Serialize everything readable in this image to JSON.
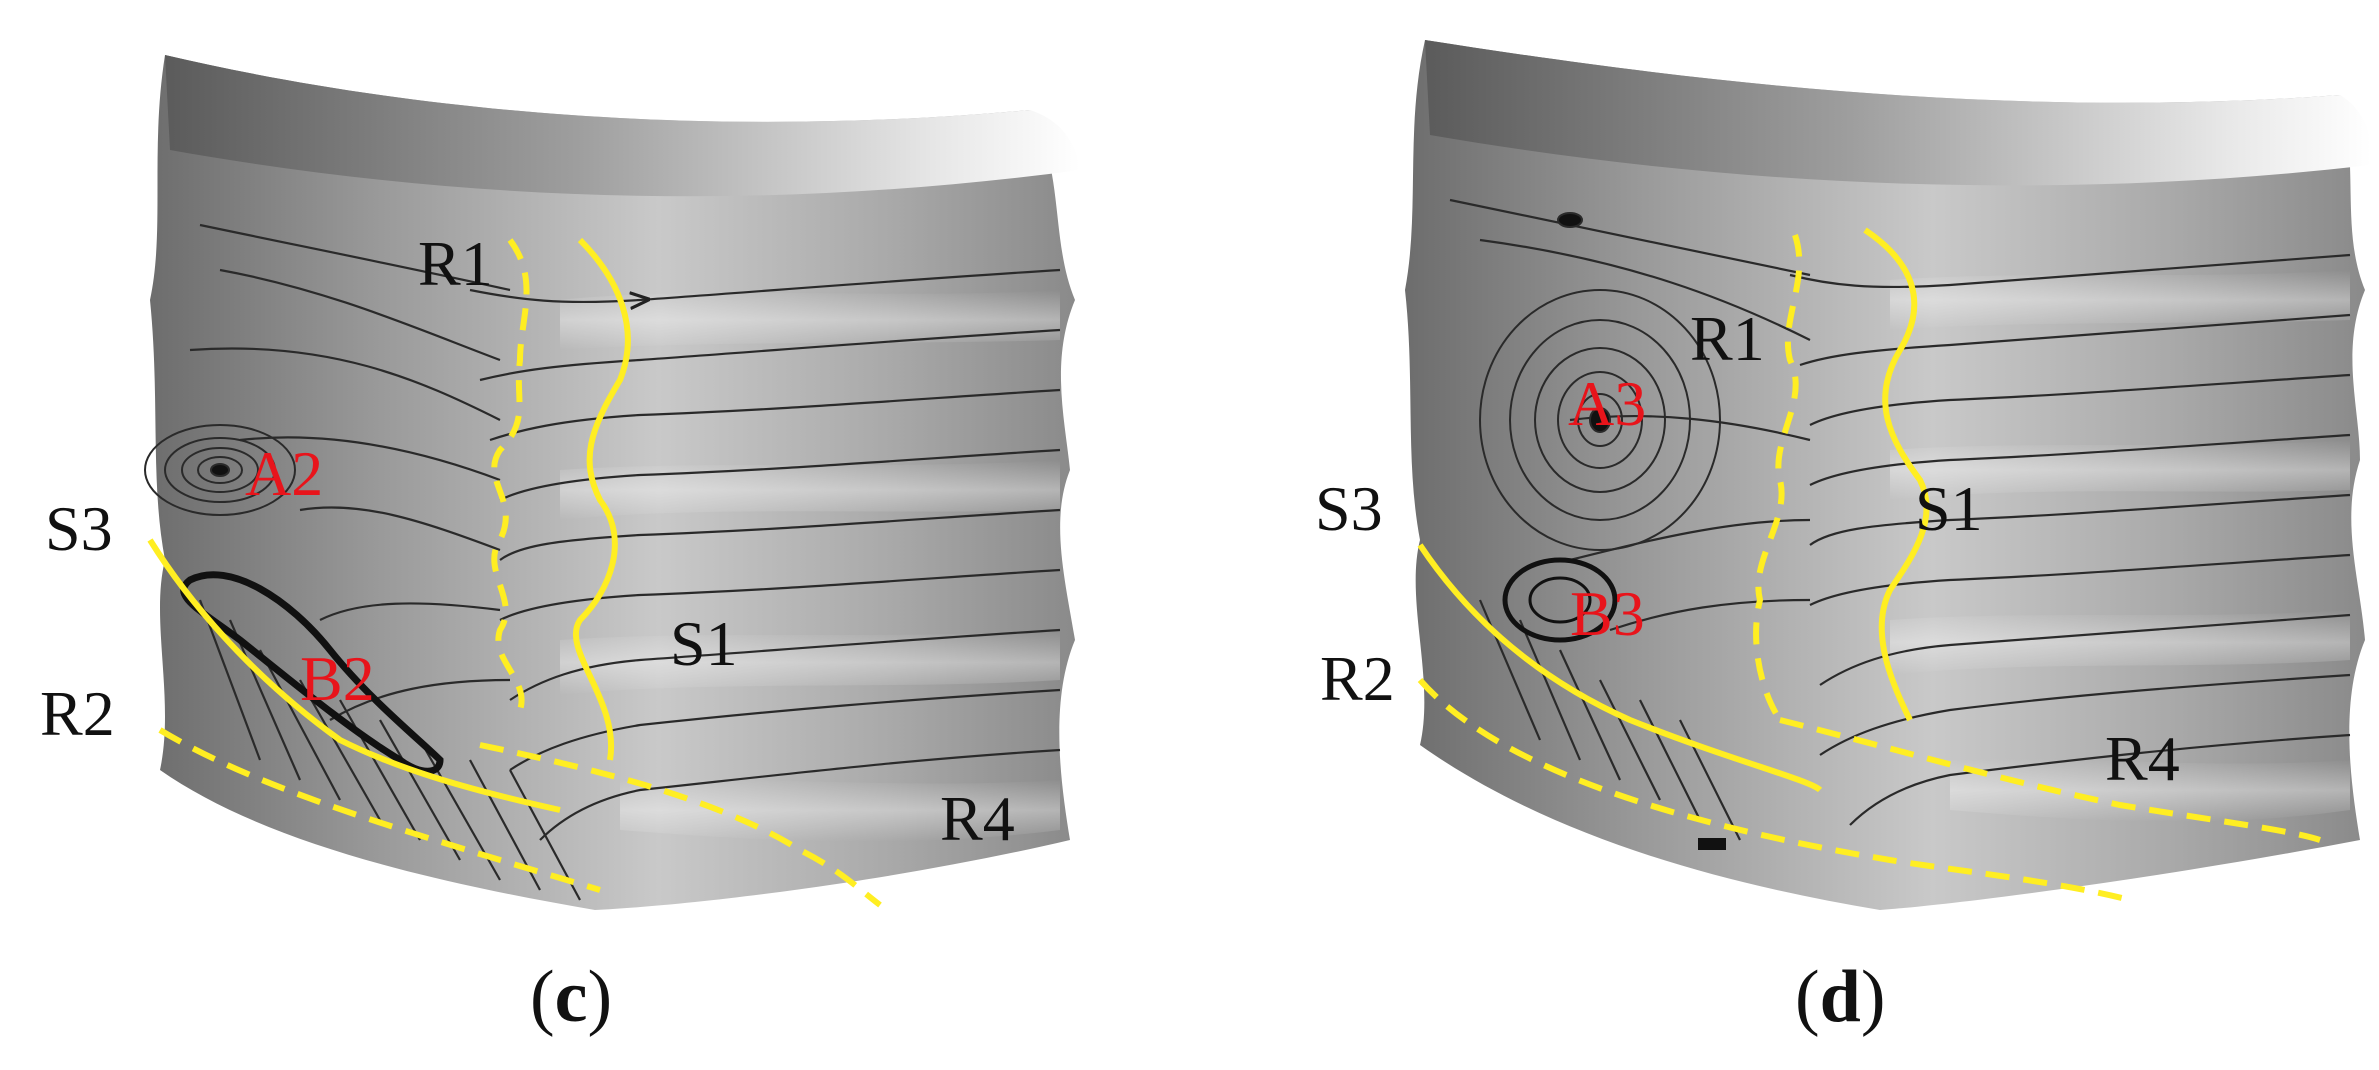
{
  "panels": [
    {
      "id": "c",
      "caption": "c",
      "labels": {
        "R1": "R1",
        "S1": "S1",
        "S3": "S3",
        "R2": "R2",
        "R4": "R4",
        "A2": "A2",
        "B2": "B2"
      }
    },
    {
      "id": "d",
      "caption": "d",
      "labels": {
        "R1": "R1",
        "S1": "S1",
        "S3": "S3",
        "R2": "R2",
        "R4": "R4",
        "A3": "A3",
        "B3": "B3"
      }
    }
  ],
  "colors": {
    "separation_line": "#ffee22",
    "vortex_label": "#e8141b",
    "region_label": "#111111",
    "streamline": "#2a2a2a"
  }
}
